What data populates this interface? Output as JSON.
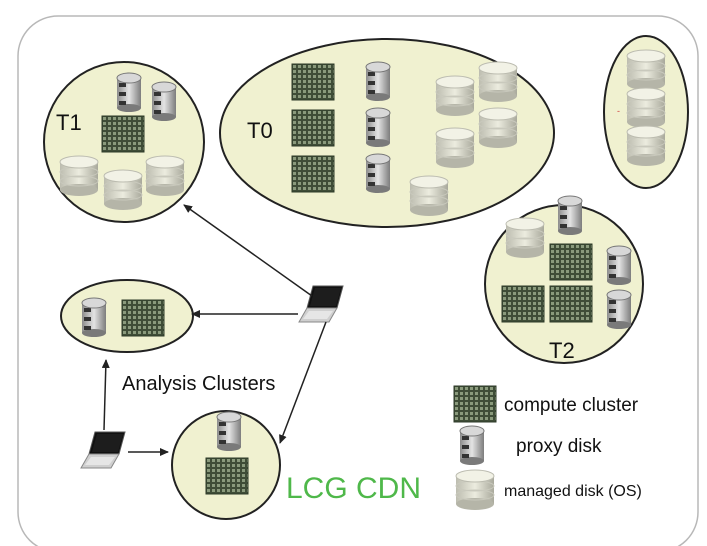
{
  "nodes": {
    "t1": "T1",
    "t0": "T0",
    "t2": "T2",
    "analysis": "Analysis Clusters"
  },
  "cdn_label": "LCG CDN",
  "legend": {
    "compute": "compute cluster",
    "proxy": "proxy disk",
    "managed": "managed disk (OS)"
  },
  "colors": {
    "ellipse_fill": "#f0f1d0",
    "cluster_fill": "#4a5a40",
    "cdn_text": "#4fb84a",
    "frame": "#b8b8b8"
  },
  "icons": [
    "compute-cluster-icon",
    "proxy-disk-icon",
    "managed-disk-icon",
    "laptop-icon"
  ]
}
